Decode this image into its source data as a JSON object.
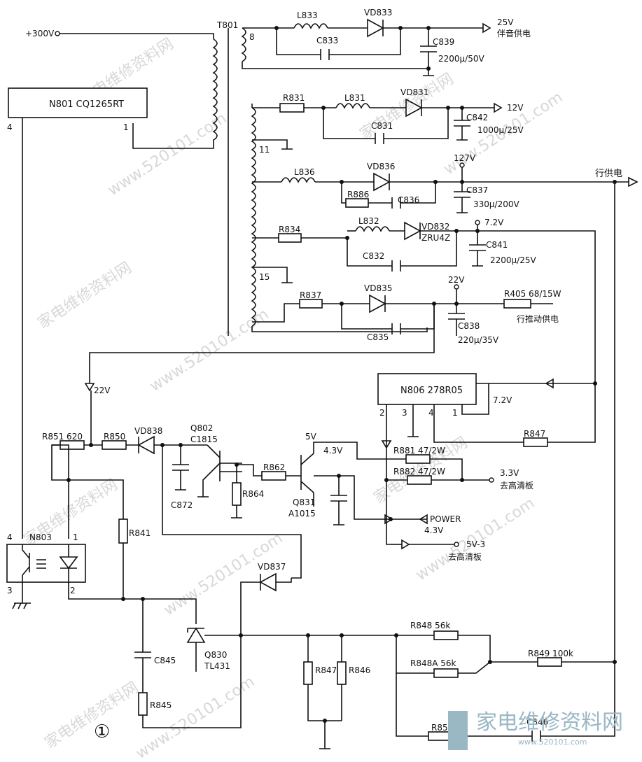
{
  "labels": {
    "v300": "+300V",
    "t801": "T801",
    "n801": "N801 CQ1265RT",
    "pin4": "4",
    "pin1": "1",
    "pin8": "8",
    "pin11": "11",
    "pin15": "15",
    "l833": "L833",
    "vd833": "VD833",
    "c833": "C833",
    "c839": "C839",
    "c839v": "2200μ/50V",
    "out25": "25V",
    "out25b": "伴音供电",
    "r831": "R831",
    "l831": "L831",
    "vd831": "VD831",
    "c831": "C831",
    "c842": "C842",
    "c842v": "1000μ/25V",
    "out12": "12V",
    "v127": "127V",
    "l836": "L836",
    "vd836": "VD836",
    "r886": "R886",
    "c836": "C836",
    "c837": "C837",
    "c837v": "330μ/200V",
    "hsupply": "行供电",
    "r834": "R834",
    "l832": "L832",
    "vd832": "VD832",
    "zru4z": "ZRU4Z",
    "v72": "7.2V",
    "c832": "C832",
    "c841": "C841",
    "c841v": "2200μ/25V",
    "r837": "R837",
    "vd835": "VD835",
    "v22": "22V",
    "r405": "R405 68/15W",
    "hdrive": "行推动供电",
    "c835": "C835",
    "c838": "C838",
    "c838v": "220μ/35V",
    "v22b": "22V",
    "n806": "N806 278R05",
    "n806p2": "2",
    "n806p3": "3",
    "n806p4": "4",
    "n806p1": "1",
    "v72b": "7.2V",
    "r847": "R847",
    "r851": "R851 620",
    "r850": "R850",
    "vd838": "VD838",
    "q802": "Q802",
    "c1815": "C1815",
    "c872": "C872",
    "r864": "R864",
    "r862": "R862",
    "v5": "5V",
    "v43": "4.3V",
    "q831": "Q831",
    "a1015": "A1015",
    "r881": "R881 47/2W",
    "r882": "R882 47/2W",
    "v33": "3.3V",
    "hdboard": "去高清板",
    "power": "POWER",
    "v43b": "4.3V",
    "v5_3": "5V-3",
    "hdboard2": "去高清板",
    "n803": "N803",
    "n803p4": "4",
    "n803p1": "1",
    "n803p3": "3",
    "n803p2": "2",
    "r841": "R841",
    "vd837": "VD837",
    "c845": "C845",
    "r845": "R845",
    "q830": "Q830",
    "tl431": "TL431",
    "r847b": "R847",
    "r846": "R846",
    "r848": "R848 56k",
    "r848a": "R848A 56k",
    "r849": "R849 100k",
    "r855": "R855",
    "c846": "C846",
    "fig": "①"
  },
  "watermarks": {
    "diag1": "家电维修资料网",
    "diag2": "www.520101.com",
    "logo": "家电维修资料网",
    "logo_url": "www.520101.com"
  }
}
